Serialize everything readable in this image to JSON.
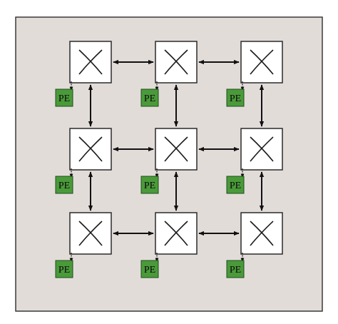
{
  "diagram": {
    "colors": {
      "page_background": "#ffffff",
      "panel_fill": "#e2dcd9",
      "panel_border": "#3a3a3a",
      "router_fill": "#ffffff",
      "router_border": "#2a2a2a",
      "cross_stroke": "#1a1a1a",
      "arrow": "#111111",
      "pe_fill": "#4a9a3a",
      "pe_border": "#1f4f1a",
      "pe_text": "#0a0a0a"
    },
    "grid": {
      "rows": 3,
      "cols": 3
    },
    "routers": [
      {
        "id": "r-0-0",
        "symbol": "X",
        "pe_label": "PE"
      },
      {
        "id": "r-0-1",
        "symbol": "X",
        "pe_label": "PE"
      },
      {
        "id": "r-0-2",
        "symbol": "X",
        "pe_label": "PE"
      },
      {
        "id": "r-1-0",
        "symbol": "X",
        "pe_label": "PE"
      },
      {
        "id": "r-1-1",
        "symbol": "X",
        "pe_label": "PE"
      },
      {
        "id": "r-1-2",
        "symbol": "X",
        "pe_label": "PE"
      },
      {
        "id": "r-2-0",
        "symbol": "X",
        "pe_label": "PE"
      },
      {
        "id": "r-2-1",
        "symbol": "X",
        "pe_label": "PE"
      },
      {
        "id": "r-2-2",
        "symbol": "X",
        "pe_label": "PE"
      }
    ],
    "links": "bidirectional mesh between neighboring routers",
    "pe_connection": "one-way arrow from router to its PE"
  }
}
